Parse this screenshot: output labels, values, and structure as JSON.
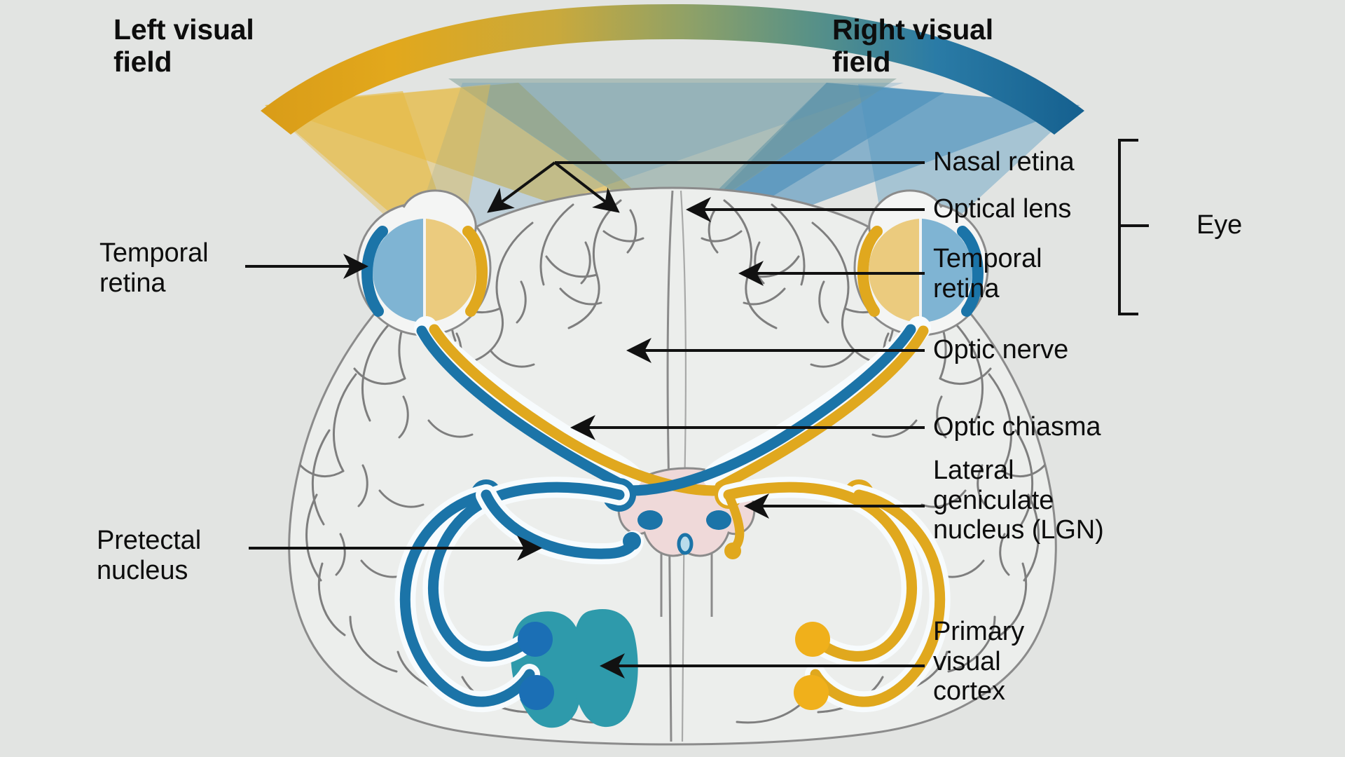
{
  "figure": {
    "title": "Human visual pathway diagram",
    "background_color": "#e2e4e2"
  },
  "palette": {
    "yellow": "#E0A81E",
    "yellow_light": "#EBCB7E",
    "blue": "#1B74A8",
    "blue_light": "#7FB4D3",
    "blue_deep": "#17648F",
    "teal_cortex": "#2E9AAB",
    "brain_outline": "#7d7d7d",
    "midbrain_fill": "#EFD9D9",
    "label_color": "#0d0d0d",
    "leader_color": "#111111"
  },
  "labels": {
    "left_visual_field": "Left visual\nfield",
    "right_visual_field": "Right visual\nfield",
    "temporal_retina_left": "Temporal\nretina",
    "pretectal_nucleus": "Pretectal\nnucleus",
    "nasal_retina": "Nasal retina",
    "optical_lens": "Optical lens",
    "temporal_retina_right": "Temporal\nretina",
    "eye": "Eye",
    "optic_nerve": "Optic nerve",
    "optic_chiasma": "Optic chiasma",
    "lgn": "Lateral\ngeniculate\nnucleus (LGN)",
    "primary_visual_cortex": "Primary\nvisual\ncortex"
  },
  "annotations": [
    {
      "name": "left-visual-field",
      "text": "Left visual\nfield",
      "weight": "bold"
    },
    {
      "name": "right-visual-field",
      "text": "Right visual\nfield",
      "weight": "bold"
    },
    {
      "name": "temporal-retina-left",
      "text": "Temporal\nretina",
      "weight": "regular"
    },
    {
      "name": "pretectal-nucleus",
      "text": "Pretectal\nnucleus",
      "weight": "regular"
    },
    {
      "name": "nasal-retina",
      "text": "Nasal retina",
      "weight": "regular"
    },
    {
      "name": "optical-lens",
      "text": "Optical lens",
      "weight": "regular"
    },
    {
      "name": "temporal-retina-right",
      "text": "Temporal\nretina",
      "weight": "regular"
    },
    {
      "name": "eye",
      "text": "Eye",
      "weight": "regular"
    },
    {
      "name": "optic-nerve",
      "text": "Optic nerve",
      "weight": "regular"
    },
    {
      "name": "optic-chiasma",
      "text": "Optic chiasma",
      "weight": "regular"
    },
    {
      "name": "lateral-geniculate-nucleus",
      "text": "Lateral\ngeniculate\nnucleus (LGN)",
      "weight": "regular"
    },
    {
      "name": "primary-visual-cortex",
      "text": "Primary\nvisual\ncortex",
      "weight": "regular"
    }
  ]
}
